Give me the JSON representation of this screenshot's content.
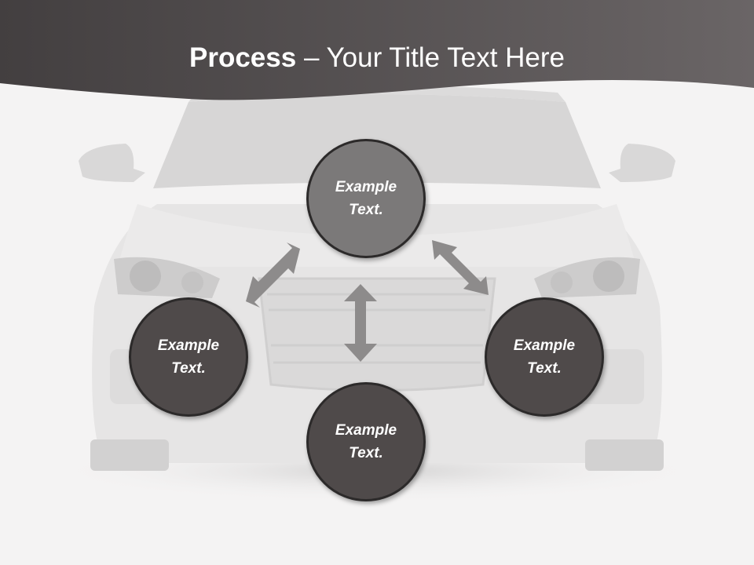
{
  "slide": {
    "title_bold": "Process",
    "title_rest": " – Your Title Text Here"
  },
  "nodes": {
    "top": "Example\nText.",
    "left": "Example\nText.",
    "right": "Example\nText.",
    "bottom": "Example\nText."
  },
  "colors": {
    "header": "#4b4748",
    "node_dark": "#4f4a4a",
    "node_light": "#7b7979",
    "arrow": "#8d8b8b"
  }
}
